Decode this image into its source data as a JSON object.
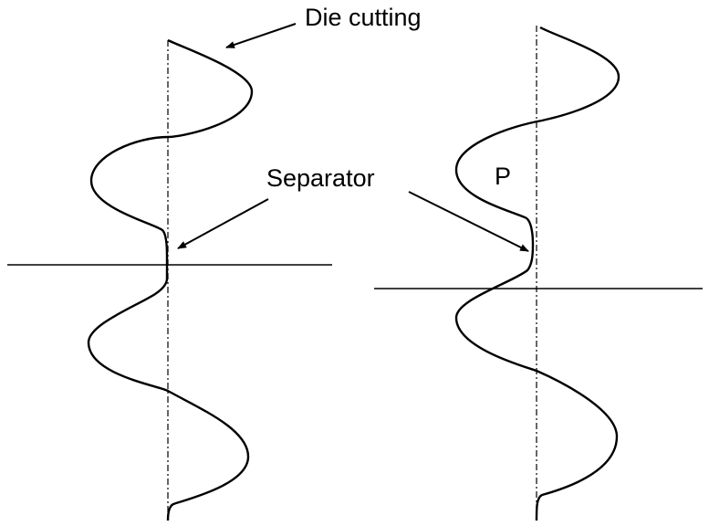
{
  "labels": {
    "die_cutting": "Die cutting",
    "separator": "Separator",
    "p": "P"
  },
  "colors": {
    "ink": "#000000",
    "background": "#ffffff"
  }
}
